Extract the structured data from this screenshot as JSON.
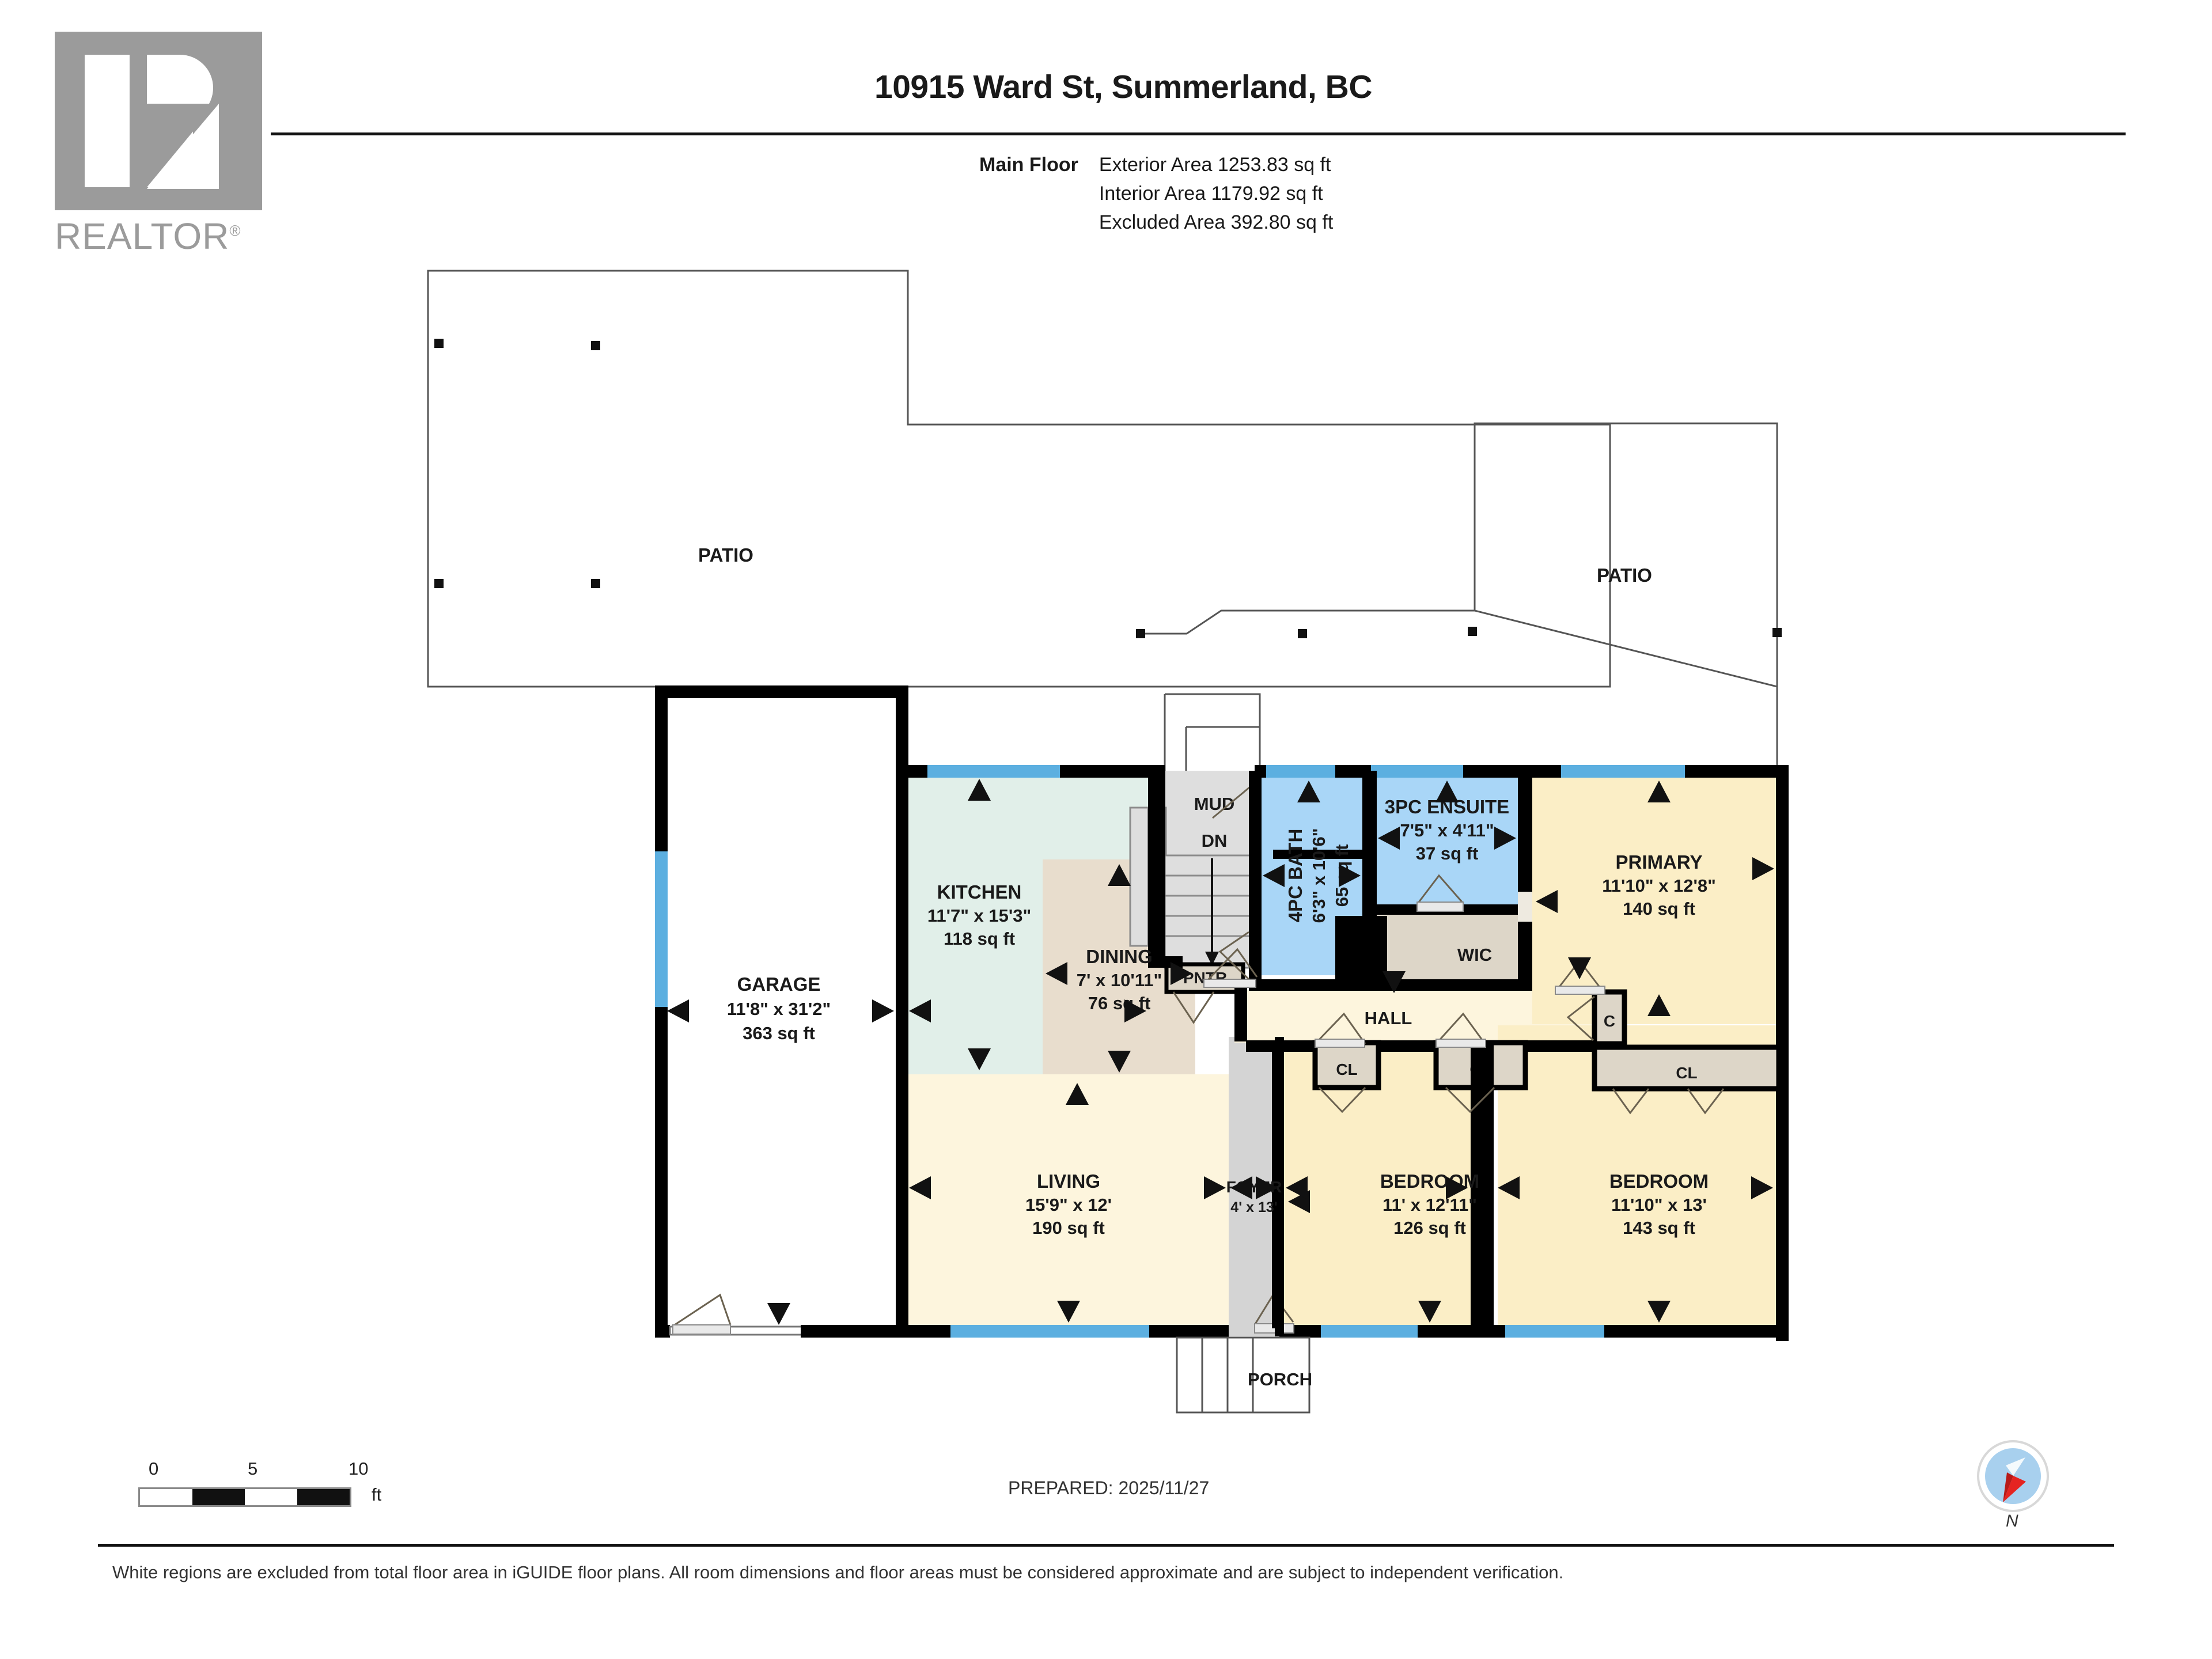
{
  "header": {
    "title": "10915 Ward St, Summerland, BC",
    "floor_label": "Main Floor",
    "areas": [
      {
        "label": "Main Floor",
        "value": "Exterior Area 1253.83 sq ft"
      },
      {
        "label": "",
        "value": "Interior Area 1179.92 sq ft"
      },
      {
        "label": "",
        "value": "Excluded Area 392.80 sq ft"
      }
    ],
    "exterior_area": "Exterior Area 1253.83 sq ft",
    "interior_area": "Interior Area 1179.92 sq ft",
    "excluded_area": "Excluded Area 392.80 sq ft"
  },
  "logo": {
    "wordmark": "REALTOR",
    "registered": "®"
  },
  "rooms": [
    {
      "id": "patio_left",
      "name": "PATIO",
      "dims": "",
      "area": ""
    },
    {
      "id": "patio_right",
      "name": "PATIO",
      "dims": "",
      "area": ""
    },
    {
      "id": "garage",
      "name": "GARAGE",
      "dims": "11'8\" x 31'2\"",
      "area": "363 sq ft"
    },
    {
      "id": "kitchen",
      "name": "KITCHEN",
      "dims": "11'7\" x 15'3\"",
      "area": "118 sq ft"
    },
    {
      "id": "dining",
      "name": "DINING",
      "dims": "7' x 10'11\"",
      "area": "76 sq ft"
    },
    {
      "id": "living",
      "name": "LIVING",
      "dims": "15'9\" x 12'",
      "area": "190 sq ft"
    },
    {
      "id": "foyer",
      "name": "FOYER",
      "dims": "4' x 13'",
      "area": ""
    },
    {
      "id": "porch",
      "name": "PORCH",
      "dims": "",
      "area": ""
    },
    {
      "id": "mud",
      "name": "MUD",
      "dims": "",
      "area": ""
    },
    {
      "id": "dn",
      "name": "DN",
      "dims": "",
      "area": ""
    },
    {
      "id": "pntr",
      "name": "PNTR",
      "dims": "",
      "area": ""
    },
    {
      "id": "bath4pc",
      "name": "4PC BATH",
      "dims": "6'3\" x 10'6\"",
      "area": "65 sq ft"
    },
    {
      "id": "ensuite3pc",
      "name": "3PC ENSUITE",
      "dims": "7'5\" x 4'11\"",
      "area": "37 sq ft"
    },
    {
      "id": "wic",
      "name": "WIC",
      "dims": "",
      "area": ""
    },
    {
      "id": "primary",
      "name": "PRIMARY",
      "dims": "11'10\" x 12'8\"",
      "area": "140 sq ft"
    },
    {
      "id": "hall",
      "name": "HALL",
      "dims": "",
      "area": ""
    },
    {
      "id": "closet_c",
      "name": "C",
      "dims": "",
      "area": ""
    },
    {
      "id": "closet_cl1",
      "name": "CL",
      "dims": "",
      "area": ""
    },
    {
      "id": "closet_cl2",
      "name": "CL",
      "dims": "",
      "area": ""
    },
    {
      "id": "closet_cl3",
      "name": "CL",
      "dims": "",
      "area": ""
    },
    {
      "id": "bedroom1",
      "name": "BEDROOM",
      "dims": "11' x 12'11\"",
      "area": "126 sq ft"
    },
    {
      "id": "bedroom2",
      "name": "BEDROOM",
      "dims": "11'10\" x 13'",
      "area": "143 sq ft"
    }
  ],
  "footer": {
    "scale_ticks": [
      "0",
      "5",
      "10"
    ],
    "scale_unit": "ft",
    "prepared": "PREPARED: 2025/11/27",
    "compass_label": "N",
    "disclaimer": "White regions are excluded from total floor area in iGUIDE floor plans. All room dimensions and floor areas must be considered approximate and are subject to independent verification."
  },
  "colors": {
    "wall": "#000000",
    "window": "#5cafe0",
    "bath": "#a9d6f7",
    "kitchen": "#e1efe9",
    "dining": "#e8ddcd",
    "bedroom": "#fbeec6",
    "living": "#fdf5dd",
    "closet": "#ddd6c8",
    "stair": "#dedede",
    "foyer": "#d4d4d4",
    "excluded": "#ffffff",
    "logo_gray": "#9b9b9b",
    "compass_disc": "#a8d0ee",
    "compass_needle": "#e52421"
  }
}
